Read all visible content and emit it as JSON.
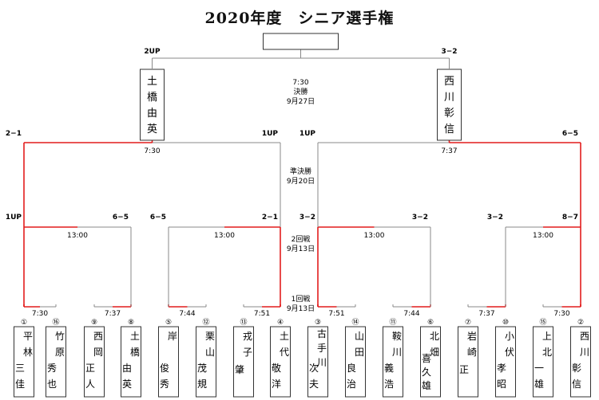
{
  "title": "2020年度　シニア選手権",
  "colors": {
    "win": "#e21c1c",
    "line": "#8a8a8a",
    "box": "#333333"
  },
  "rounds": [
    {
      "id": "final",
      "lines": [
        "7:30",
        "決勝",
        "9月27日"
      ]
    },
    {
      "id": "semi",
      "lines": [
        "準決勝",
        "9月20日"
      ]
    },
    {
      "id": "r2",
      "lines": [
        "2回戦",
        "9月13日"
      ]
    },
    {
      "id": "r1",
      "lines": [
        "1回戦",
        "9月13日"
      ]
    }
  ],
  "players": [
    {
      "seed": "①",
      "col1": "平林",
      "col2": "三佳"
    },
    {
      "seed": "⑯",
      "col1": "竹原",
      "col2": "秀也"
    },
    {
      "seed": "⑨",
      "col1": "西岡",
      "col2": "正人"
    },
    {
      "seed": "⑧",
      "col1": "土橋",
      "col2": "由英"
    },
    {
      "seed": "⑤",
      "col1": "岸",
      "col2": "俊秀"
    },
    {
      "seed": "⑫",
      "col1": "栗山",
      "col2": "茂規"
    },
    {
      "seed": "⑬",
      "col1": "戎子",
      "col2": "肇"
    },
    {
      "seed": "④",
      "col1": "土代",
      "col2": "敬洋"
    },
    {
      "seed": "③",
      "col1": "古手川",
      "col2": "次夫"
    },
    {
      "seed": "⑭",
      "col1": "山田",
      "col2": "良治"
    },
    {
      "seed": "⑪",
      "col1": "鞍川",
      "col2": "義浩"
    },
    {
      "seed": "⑥",
      "col1": "北畑",
      "col2": "喜久雄"
    },
    {
      "seed": "⑦",
      "col1": "岩崎",
      "col2": "正"
    },
    {
      "seed": "⑩",
      "col1": "小伏",
      "col2": "孝昭"
    },
    {
      "seed": "⑮",
      "col1": "上北",
      "col2": "一雄"
    },
    {
      "seed": "②",
      "col1": "西川",
      "col2": "彰信"
    }
  ],
  "r1_matches": [
    {
      "time": "7:30",
      "winner": 0
    },
    {
      "time": "7:37",
      "winner": 1
    },
    {
      "time": "7:44",
      "winner": 0
    },
    {
      "time": "7:51",
      "winner": 1
    },
    {
      "time": "7:51",
      "winner": 0
    },
    {
      "time": "7:44",
      "winner": 1
    },
    {
      "time": "7:37",
      "winner": 1
    },
    {
      "time": "7:30",
      "winner": 1
    }
  ],
  "r2_matches": [
    {
      "time": "13:00",
      "winner": 0,
      "score_left": "1UP",
      "score_right": "6−5"
    },
    {
      "time": "13:00",
      "winner": 1,
      "score_left": "6−5",
      "score_right": "2−1"
    },
    {
      "time": "13:00",
      "winner": 0,
      "score_left": "3−2",
      "score_right": "3−2"
    },
    {
      "time": "13:00",
      "winner": 1,
      "score_left": "3−2",
      "score_right": "8−7"
    }
  ],
  "semi_matches": [
    {
      "time": "7:30",
      "winner": 0,
      "score_left": "2−1",
      "score_right": "1UP"
    },
    {
      "time": "7:37",
      "winner": 1,
      "score_left": "1UP",
      "score_right": "6−5"
    }
  ],
  "final_match": {
    "winner": 0,
    "score_left": "2UP",
    "score_right": "3−2"
  },
  "finalists": [
    {
      "chars": [
        "土",
        "橋",
        "由",
        "英"
      ]
    },
    {
      "chars": [
        "西",
        "川",
        "彰",
        "信"
      ]
    }
  ],
  "champion": ""
}
